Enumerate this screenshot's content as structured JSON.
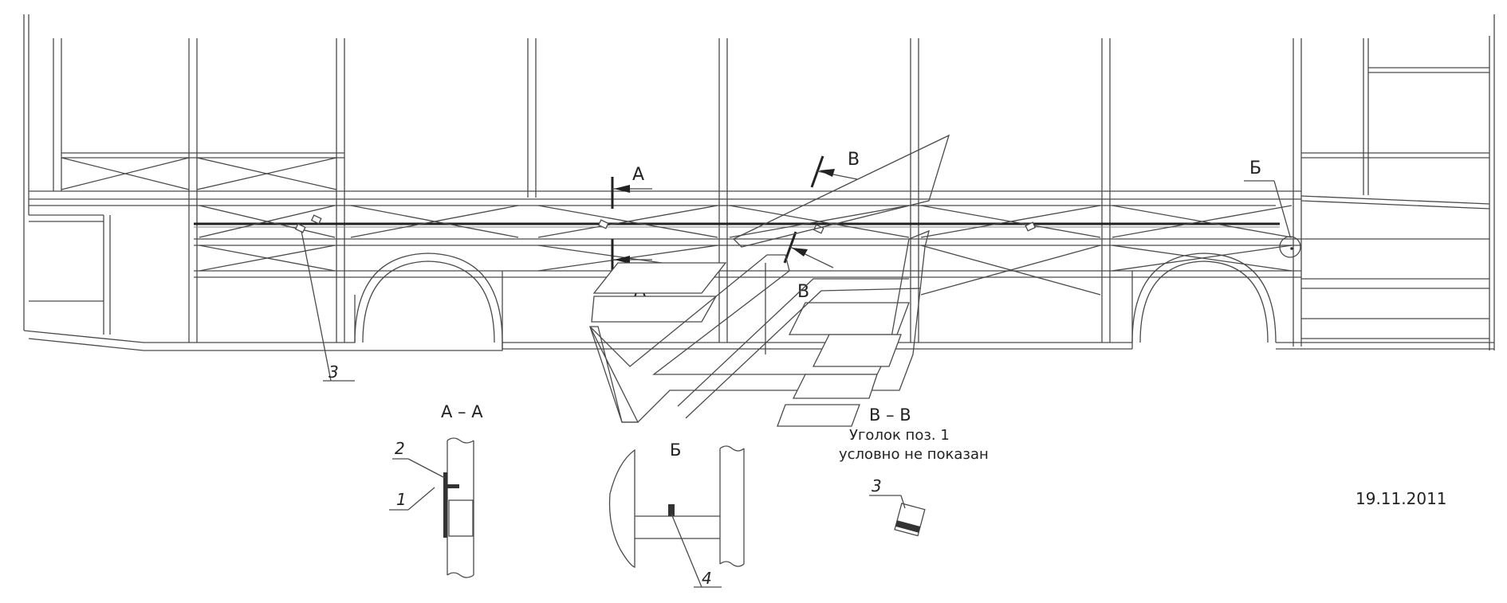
{
  "labels": {
    "section_a_top": "А",
    "section_a_bottom": "А",
    "section_v_top": "В",
    "section_v_bottom": "В",
    "callout_b": "Б",
    "item_3": "3"
  },
  "section_aa": {
    "title": "А – А",
    "item_2": "2",
    "item_1": "1"
  },
  "detail_b": {
    "title": "Б",
    "item_4": "4"
  },
  "section_vv": {
    "title": "В – В",
    "note_line1": "Уголок поз. 1",
    "note_line2": "условно не показан",
    "item_3": "3"
  },
  "date": "19.11.2011"
}
